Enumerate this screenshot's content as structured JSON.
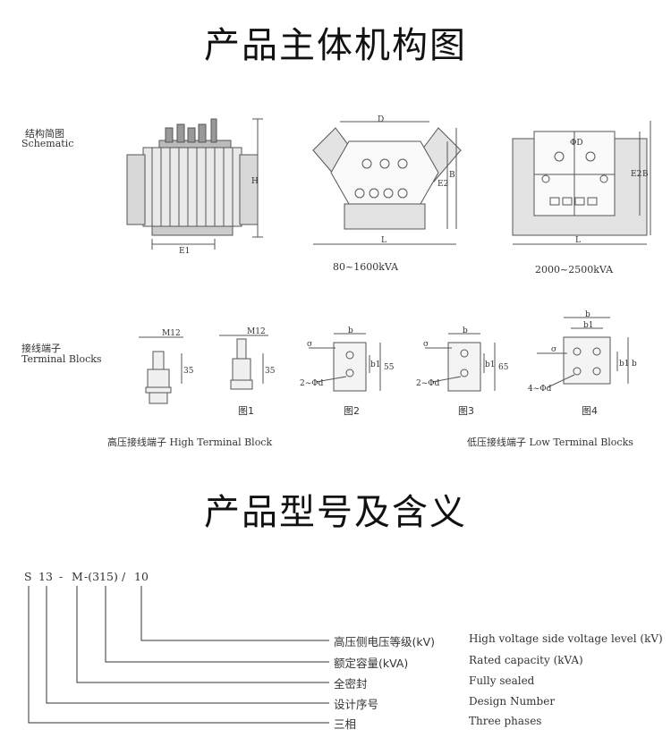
{
  "section1": {
    "title": "产品主体机构图"
  },
  "schematic": {
    "label_zh": "结构简图",
    "label_en": "Schematic",
    "dims": {
      "h": "H",
      "e1": "E1",
      "d": "D",
      "e2": "E2",
      "b": "B",
      "l": "L",
      "phi_d": "ΦD"
    },
    "caption_mid": "80~1600kVA",
    "caption_right": "2000~2500kVA"
  },
  "terminals": {
    "label_zh": "接线端子",
    "label_en": "Terminal Blocks",
    "m12": "M12",
    "n35": "35",
    "n55": "55",
    "n65": "65",
    "b": "b",
    "b1": "b1",
    "sigma": "σ",
    "two_phi_d": "2~Φd",
    "four_phi_d": "4~Φd",
    "fig1": "图1",
    "fig2": "图2",
    "fig3": "图3",
    "fig4": "图4",
    "high_caption": "高压接线端子 High Terminal Block",
    "low_caption": "低压接线端子 Low Terminal Blocks"
  },
  "section2": {
    "title": "产品型号及含义"
  },
  "model": {
    "parts": [
      "S",
      "13",
      "-",
      "M",
      "-(315)",
      "/",
      "10"
    ],
    "meanings": [
      {
        "zh": "高压侧电压等级(kV)",
        "en": "High voltage side voltage level (kV)"
      },
      {
        "zh": "额定容量(kVA)",
        "en": "Rated capacity (kVA)"
      },
      {
        "zh": "全密封",
        "en": "Fully sealed"
      },
      {
        "zh": "设计序号",
        "en": "Design Number"
      },
      {
        "zh": "三相",
        "en": "Three phases"
      }
    ]
  }
}
